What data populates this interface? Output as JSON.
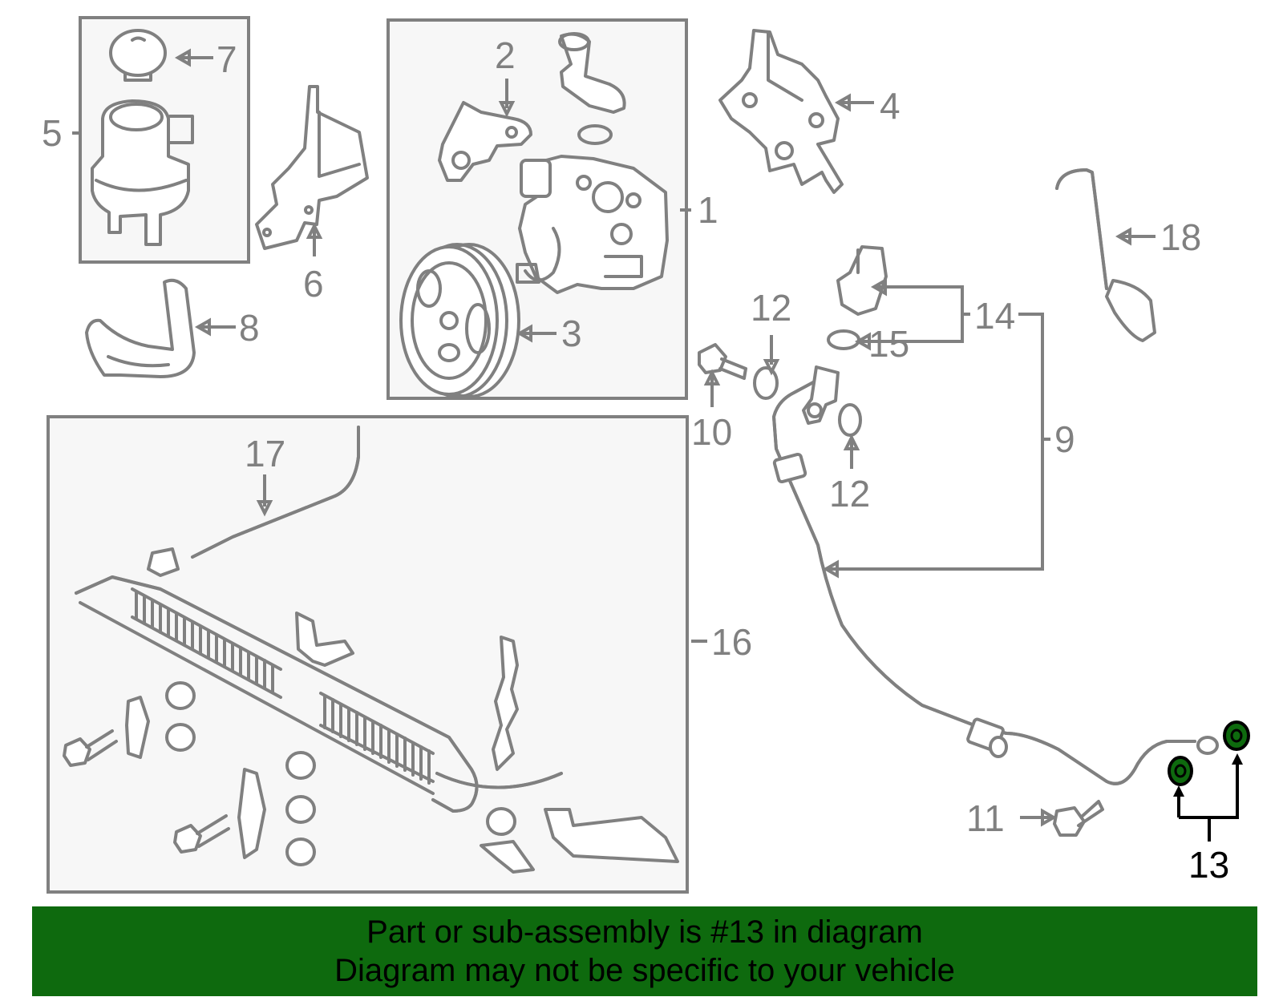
{
  "callouts": {
    "c1": "1",
    "c2": "2",
    "c3": "3",
    "c4": "4",
    "c5": "5",
    "c6": "6",
    "c7": "7",
    "c8": "8",
    "c9": "9",
    "c10": "10",
    "c11": "11",
    "c12a": "12",
    "c12b": "12",
    "c13": "13",
    "c14": "14",
    "c15": "15",
    "c16": "16",
    "c17": "17",
    "c18": "18"
  },
  "highlight": {
    "callout": "13",
    "color": "#0e6a0e"
  },
  "banner": {
    "line1": "Part or sub-assembly is #13 in diagram",
    "line2": "Diagram may not be specific to your vehicle",
    "background": "#0e6a0e"
  }
}
